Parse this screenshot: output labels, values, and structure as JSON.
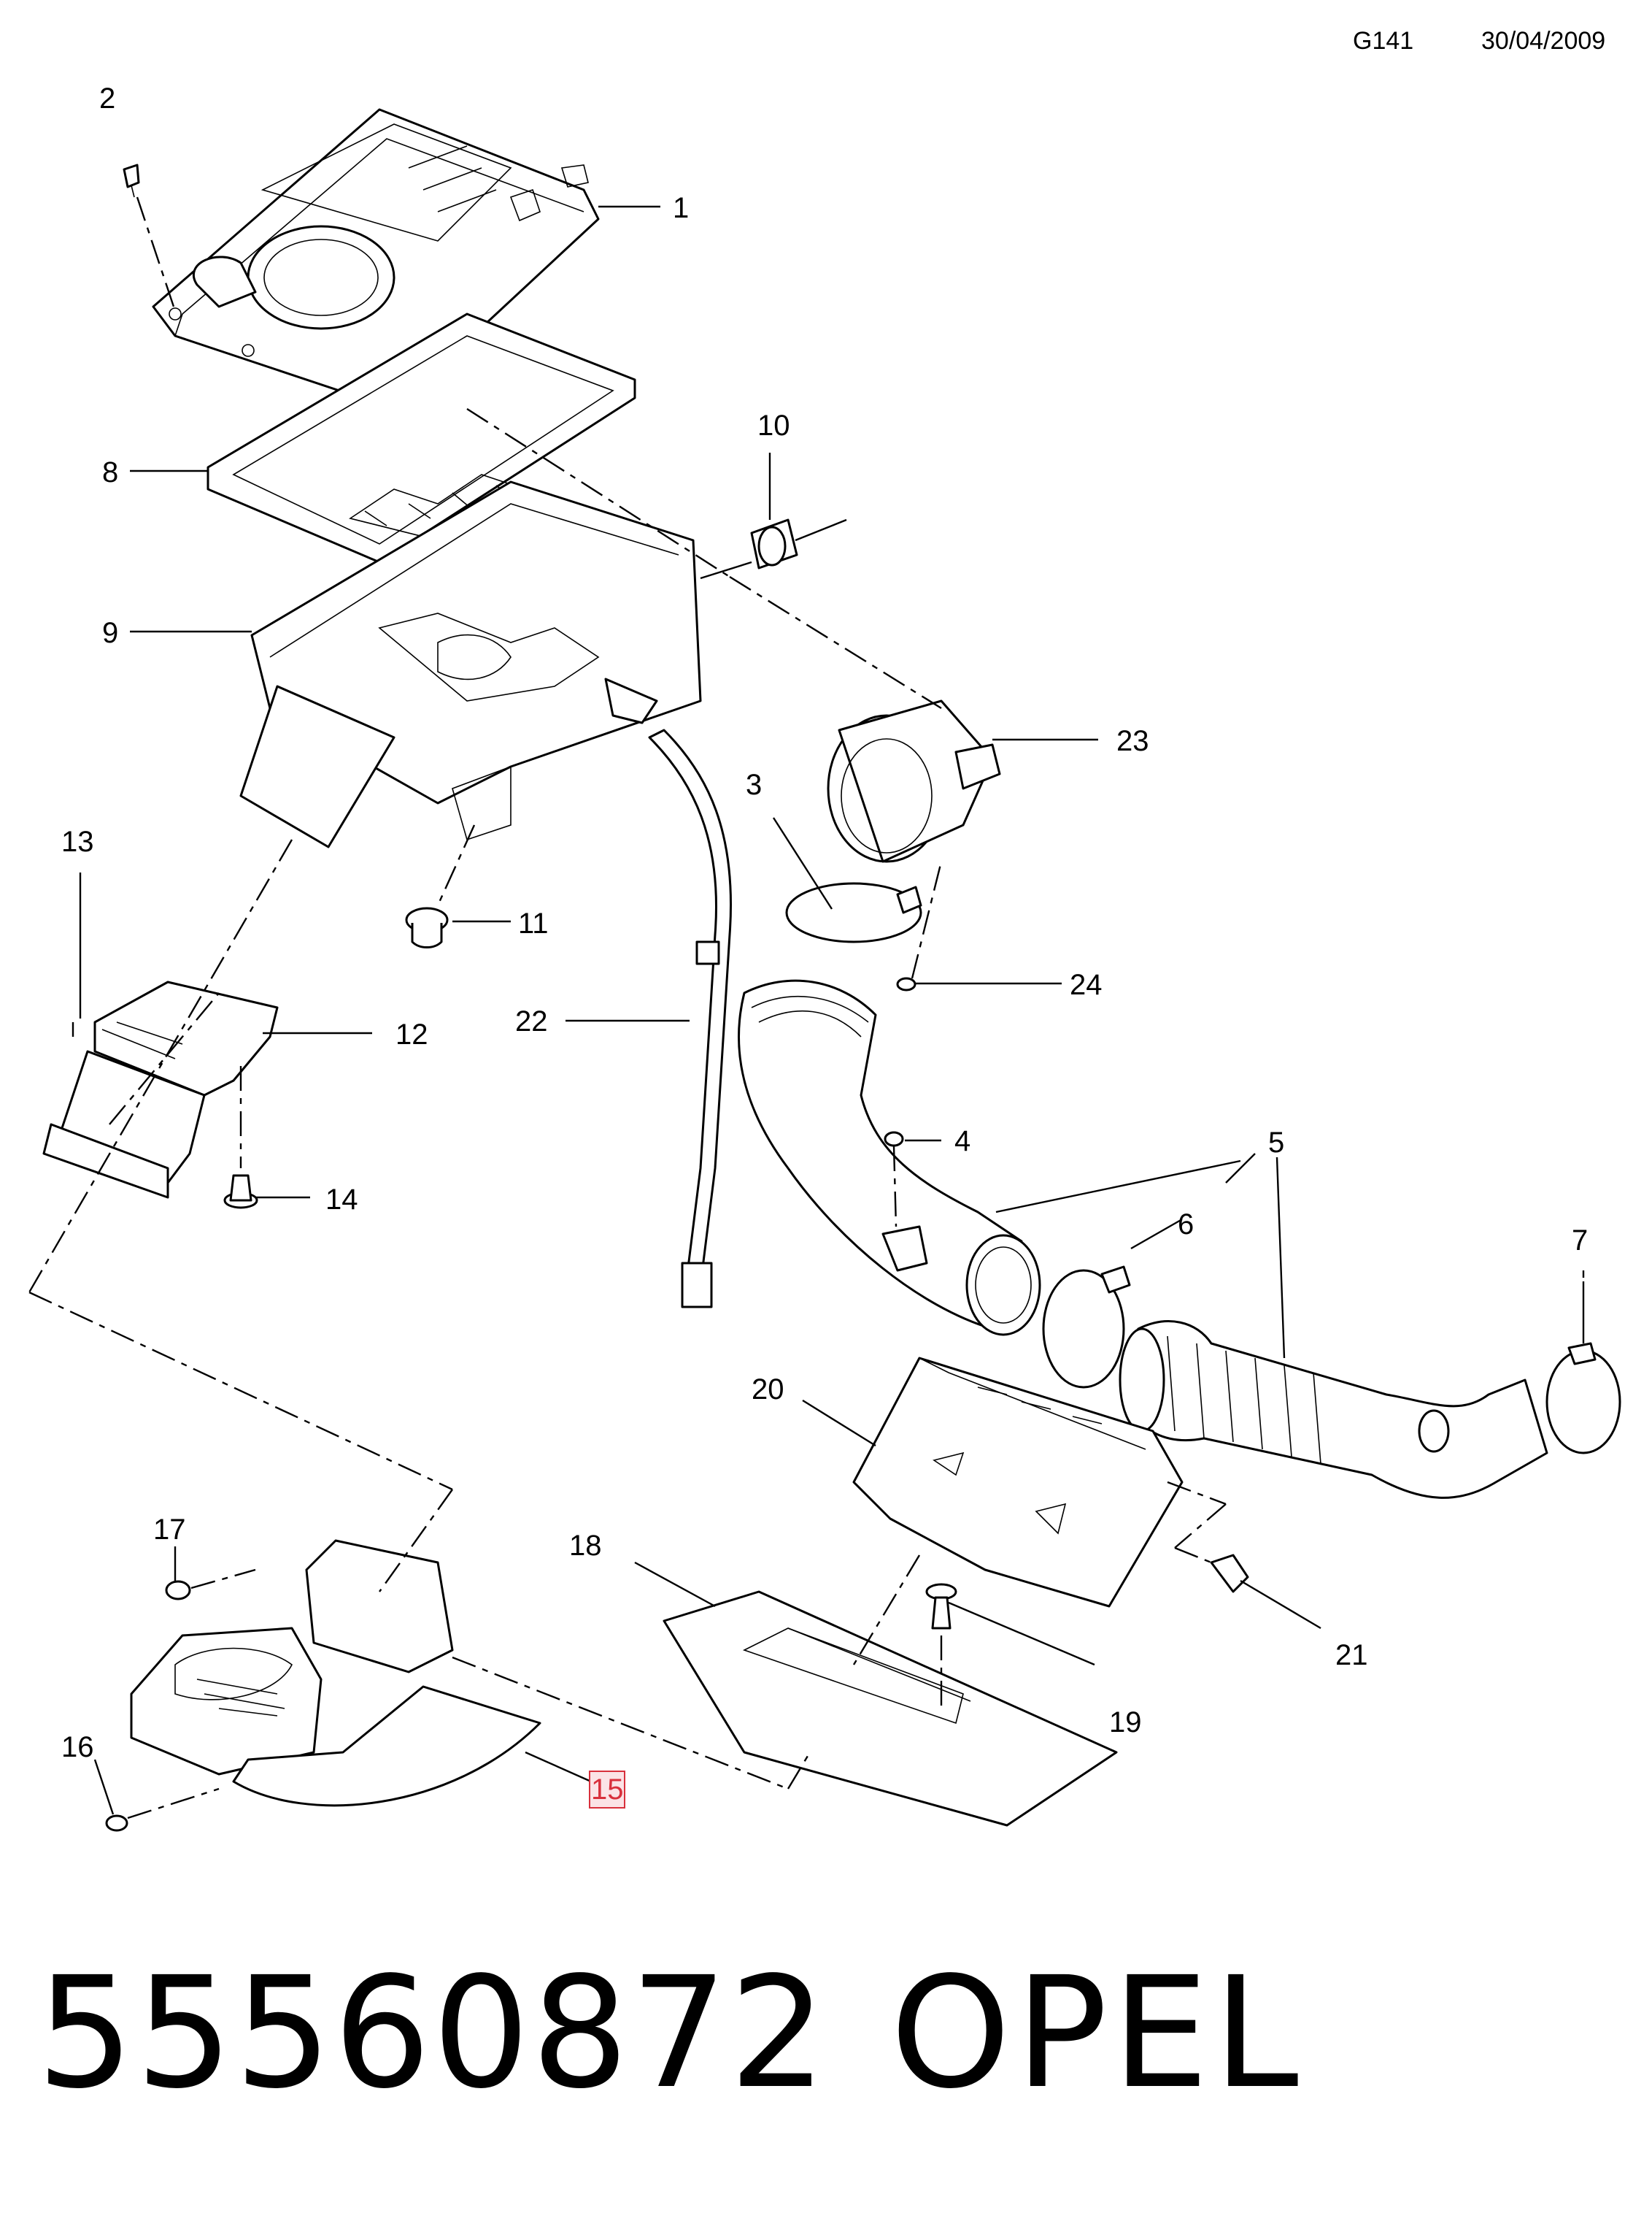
{
  "header": {
    "sheet_code": "G141",
    "sheet_date": "30/04/2009"
  },
  "callouts": {
    "c1": "1",
    "c2": "2",
    "c3": "3",
    "c4": "4",
    "c5": "5",
    "c6": "6",
    "c7": "7",
    "c8": "8",
    "c9": "9",
    "c10": "10",
    "c11": "11",
    "c12": "12",
    "c13": "13",
    "c14": "14",
    "c15": "15",
    "c16": "16",
    "c17": "17",
    "c18": "18",
    "c19": "19",
    "c20": "20",
    "c21": "21",
    "c22": "22",
    "c23": "23",
    "c24": "24"
  },
  "highlighted_callout": "15",
  "colors": {
    "highlight_fill": "#fbe3e6",
    "highlight_border": "#d8303c",
    "ink": "#000000"
  },
  "footer": {
    "part_number": "55560872",
    "brand": "OPEL"
  }
}
